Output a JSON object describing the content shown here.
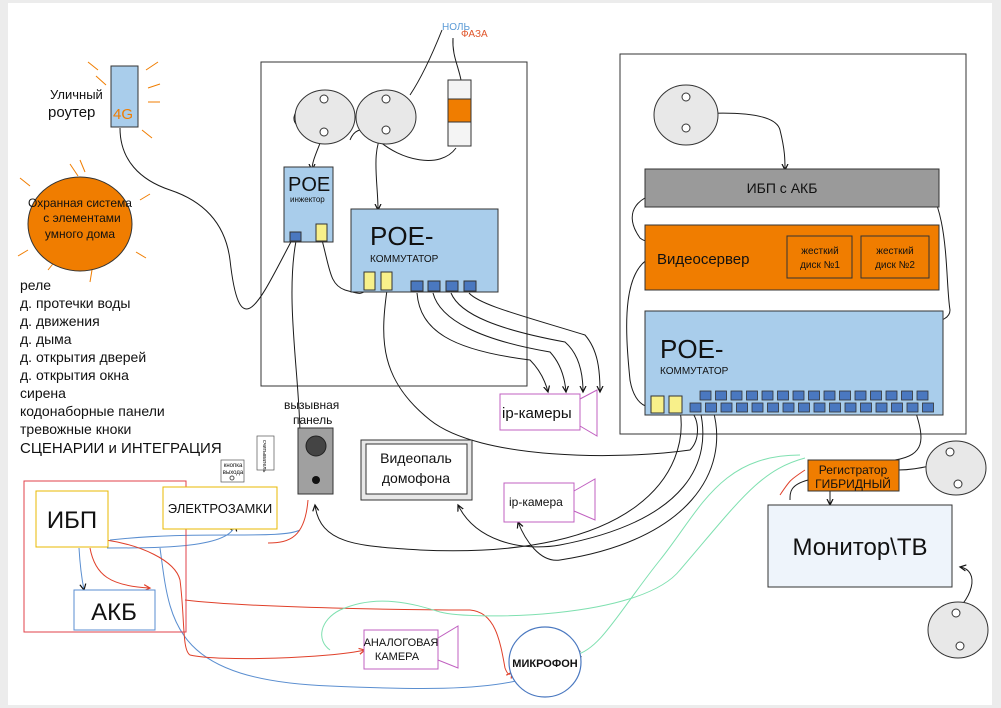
{
  "power": {
    "neutral": "НОЛЬ",
    "phase": "ФАЗА"
  },
  "router": {
    "label_line1": "Уличный",
    "label_line2": "роутер",
    "badge": "4G"
  },
  "security": {
    "line1": "Охранная система",
    "line2": "с элементами",
    "line3": "умного дома"
  },
  "features": [
    "реле",
    "д. протечки воды",
    "д. движения",
    "д. дыма",
    "д. открытия дверей",
    "д. открытия окна",
    "сирена",
    "кодонаборные панели",
    "тревожные кноки",
    "СЦЕНАРИИ и ИНТЕГРАЦИЯ"
  ],
  "poe_injector": {
    "title": "POE",
    "subtitle": "инжектор"
  },
  "poe_switch_left": {
    "title": "POE-",
    "subtitle": "КОММУТАТОР"
  },
  "poe_switch_right": {
    "title": "POE-",
    "subtitle": "КОММУТАТОР"
  },
  "ups_akb": "ИБП с АКБ",
  "videoserver": {
    "label": "Видеосервер",
    "disk1_line1": "жесткий",
    "disk1_line2": "диск №1",
    "disk2_line1": "жесткий",
    "disk2_line2": "диск №2"
  },
  "ip_cameras": "ip-камеры",
  "ip_camera": "ip-камера",
  "call_panel": {
    "line1": "вызывная",
    "line2": "панель"
  },
  "video_door": {
    "line1": "Видеопаль",
    "line2": "домофона"
  },
  "exit_button": {
    "line1": "кнопка",
    "line2": "выхода"
  },
  "reader": "считыватель",
  "ups": "ИБП",
  "akb": "АКБ",
  "locks": "ЭЛЕКТРОЗАМКИ",
  "recorder": {
    "line1": "Регистратор",
    "line2": "ГИБРИДНЫЙ"
  },
  "monitor": "Монитор\\ТВ",
  "analog_camera": {
    "line1": "АНАЛОГОВАЯ",
    "line2": "КАМЕРА"
  },
  "microphone": "МИКРОФОН",
  "colors": {
    "orange": "#f07d00",
    "blue_box": "#a9cdeb",
    "port_blue": "#4a78c0",
    "port_yellow": "#f8f08a",
    "grey_bar": "#9a9a9a",
    "red_frame": "#e0404a",
    "mint_wire": "#7fe0b0"
  }
}
